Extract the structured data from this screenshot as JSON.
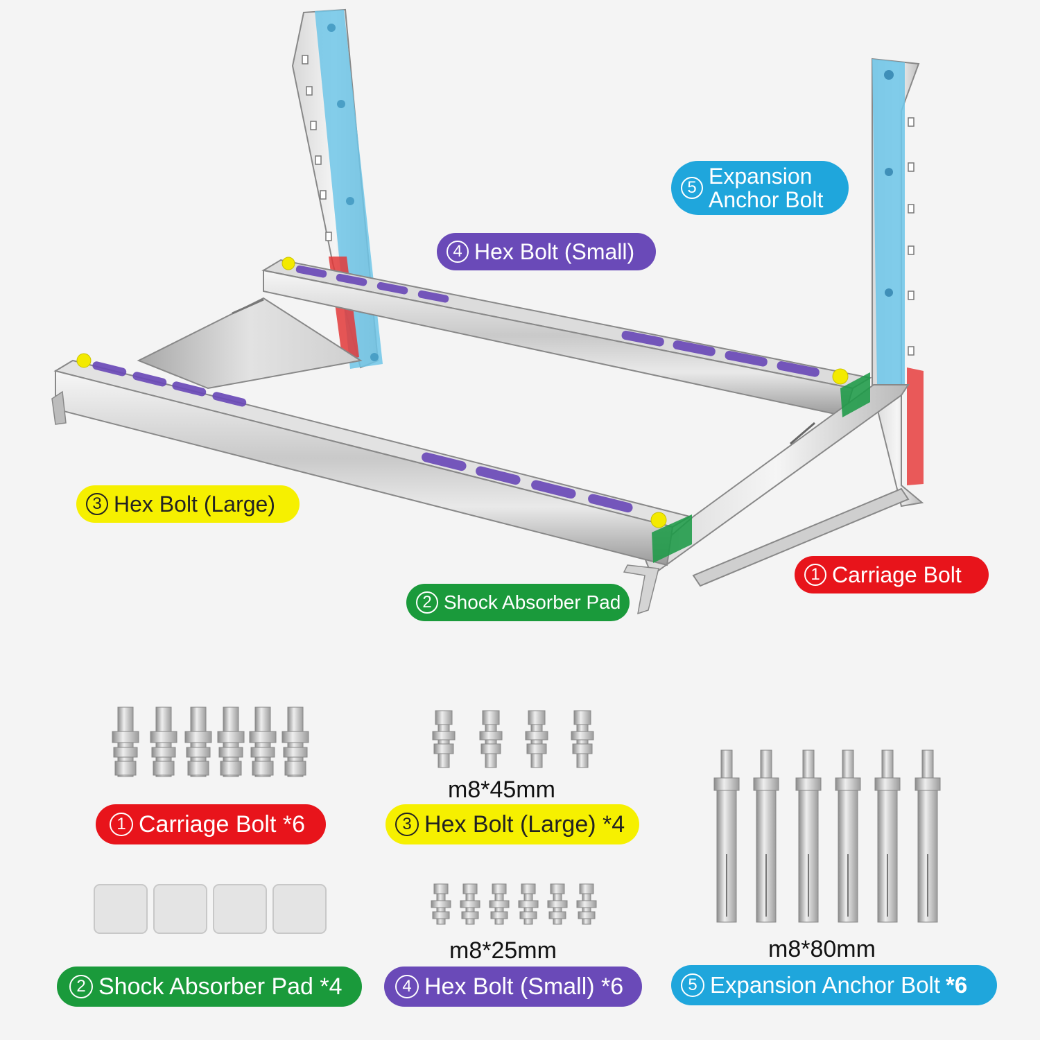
{
  "colors": {
    "red": "#e8141b",
    "green": "#1a9a3b",
    "yellow": "#f6f000",
    "purple": "#6a4ab8",
    "blue": "#1fa6dc"
  },
  "diagram_labels": {
    "expansion": {
      "num": "5",
      "line1": "Expansion",
      "line2": "Anchor Bolt"
    },
    "hex_small": {
      "num": "4",
      "text": "Hex Bolt (Small)"
    },
    "hex_large": {
      "num": "3",
      "text": "Hex Bolt (Large)"
    },
    "carriage": {
      "num": "1",
      "text": "Carriage Bolt"
    },
    "shock": {
      "num": "2",
      "text": "Shock Absorber Pad"
    }
  },
  "parts": {
    "carriage": {
      "num": "1",
      "text": "Carriage Bolt *6",
      "quantity": 6
    },
    "hex_large": {
      "num": "3",
      "text": "Hex Bolt (Large) *4",
      "size": "m8*45mm",
      "quantity": 4
    },
    "shock": {
      "num": "2",
      "text": "Shock Absorber Pad *4",
      "quantity": 4
    },
    "hex_small": {
      "num": "4",
      "text": "Hex Bolt (Small) *6",
      "size": "m8*25mm",
      "quantity": 6
    },
    "expansion": {
      "num": "5",
      "text": "Expansion Anchor Bolt",
      "suffix": "*6",
      "size": "m8*80mm",
      "quantity": 6
    }
  }
}
